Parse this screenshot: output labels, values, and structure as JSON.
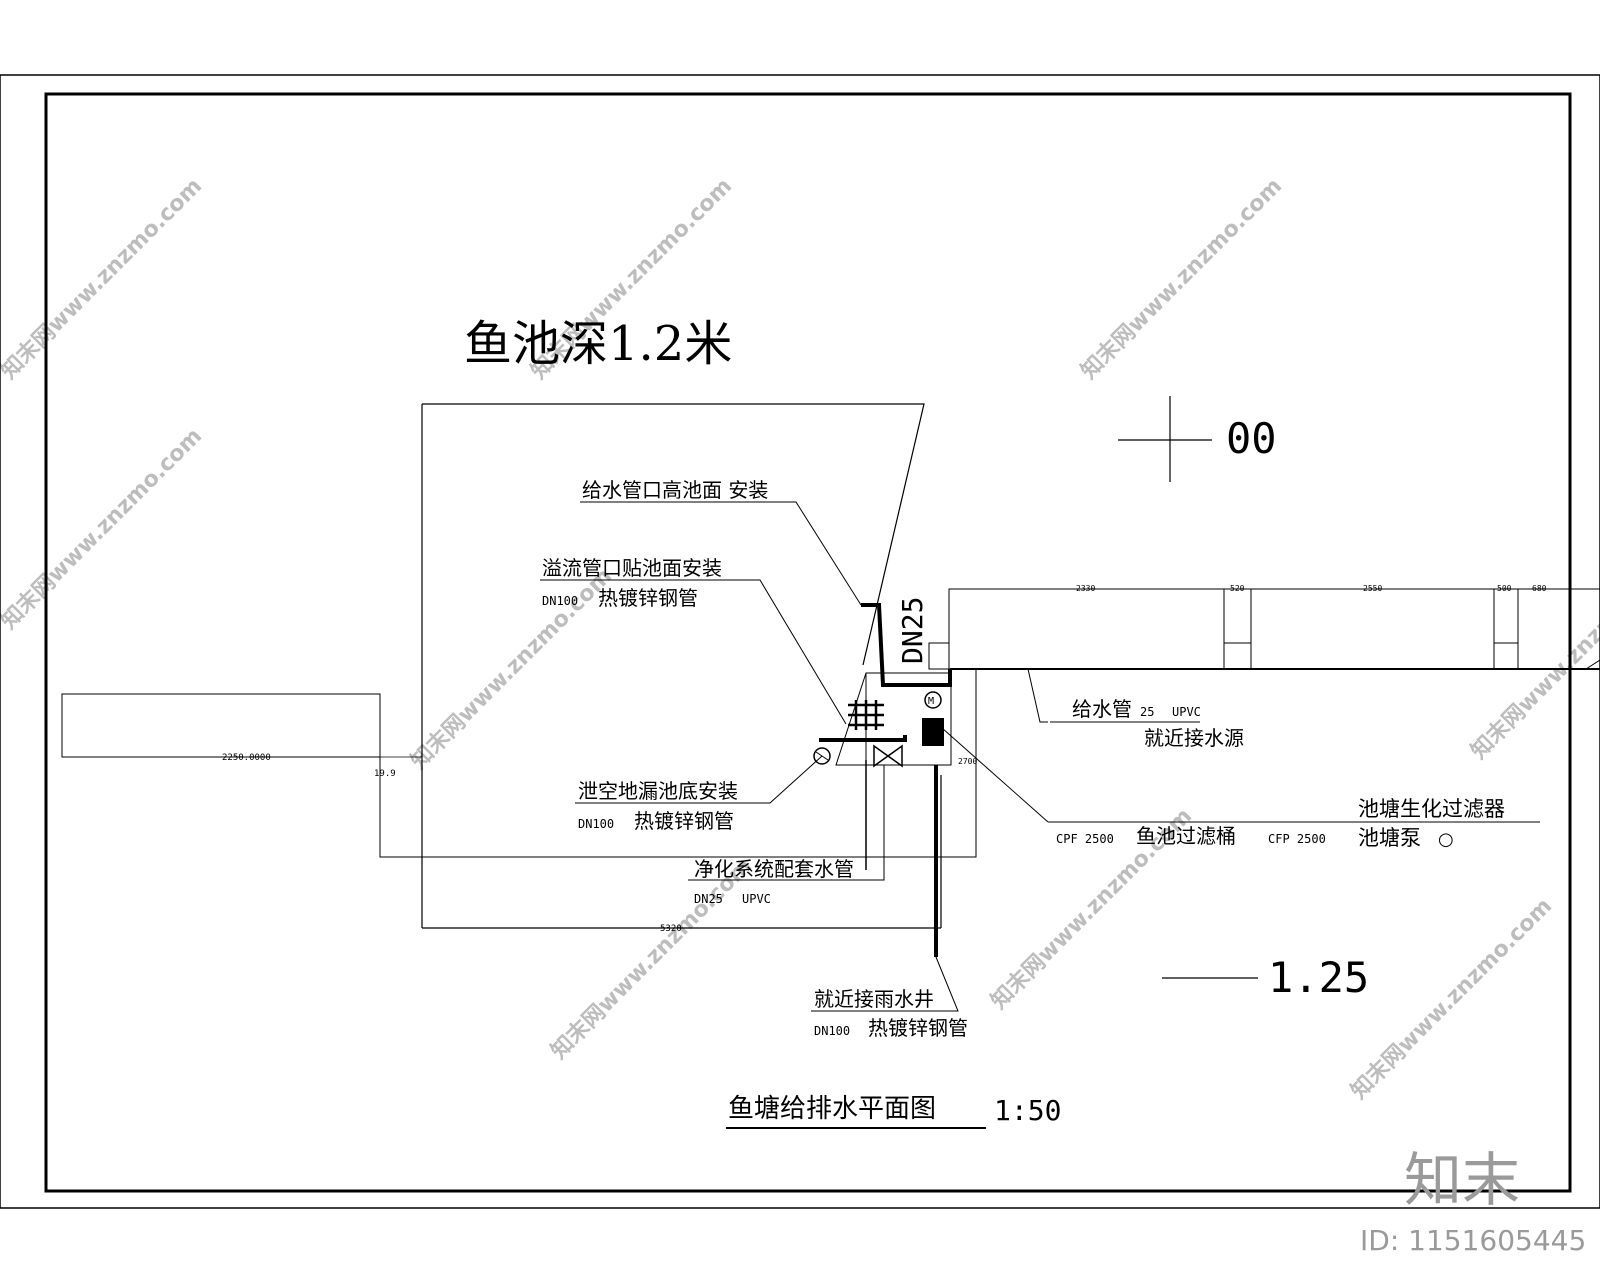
{
  "drawing": {
    "pond_depth_title": "鱼池深1.2米",
    "elevation_top": "00",
    "elevation_bottom": "1.25",
    "pipe_size_vertical": "DN25",
    "plan_title": "鱼塘给排水平面图",
    "plan_scale": "1:50"
  },
  "annotations": {
    "supply_outlet": "给水管口高池面 安装",
    "overflow": "溢流管口贴池面安装",
    "overflow_spec": "DN100",
    "overflow_material": "热镀锌钢管",
    "drain": "泄空地漏池底安装",
    "drain_spec": "DN100",
    "drain_material": "热镀锌钢管",
    "purify_pipe": "净化系统配套水管",
    "purify_spec": "DN25",
    "purify_material": "UPVC",
    "rain_well": "就近接雨水井",
    "rain_spec": "DN100",
    "rain_material": "热镀锌钢管",
    "supply_pipe": "给水管",
    "supply_spec": "25",
    "supply_material": "UPVC",
    "supply_source": "就近接水源",
    "filter_label": "池塘生化过滤器",
    "cpf_left": "CPF 2500",
    "filter_bucket": "鱼池过滤桶",
    "cpf_right": "CFP 2500",
    "pond_pump": "池塘泵",
    "pump_suffix": "○"
  },
  "dimensions": {
    "left_bar": "2250.0000",
    "left_small": "19.9",
    "bottom_main": "5320",
    "right_a": "2330",
    "right_b": "520",
    "right_c": "2550",
    "right_d": "500",
    "right_e": "680",
    "pump_tag": "2700"
  },
  "watermark": {
    "text": "知末网www.znzmo.com",
    "logo": "知末",
    "id_label": "ID: 1151605445"
  }
}
